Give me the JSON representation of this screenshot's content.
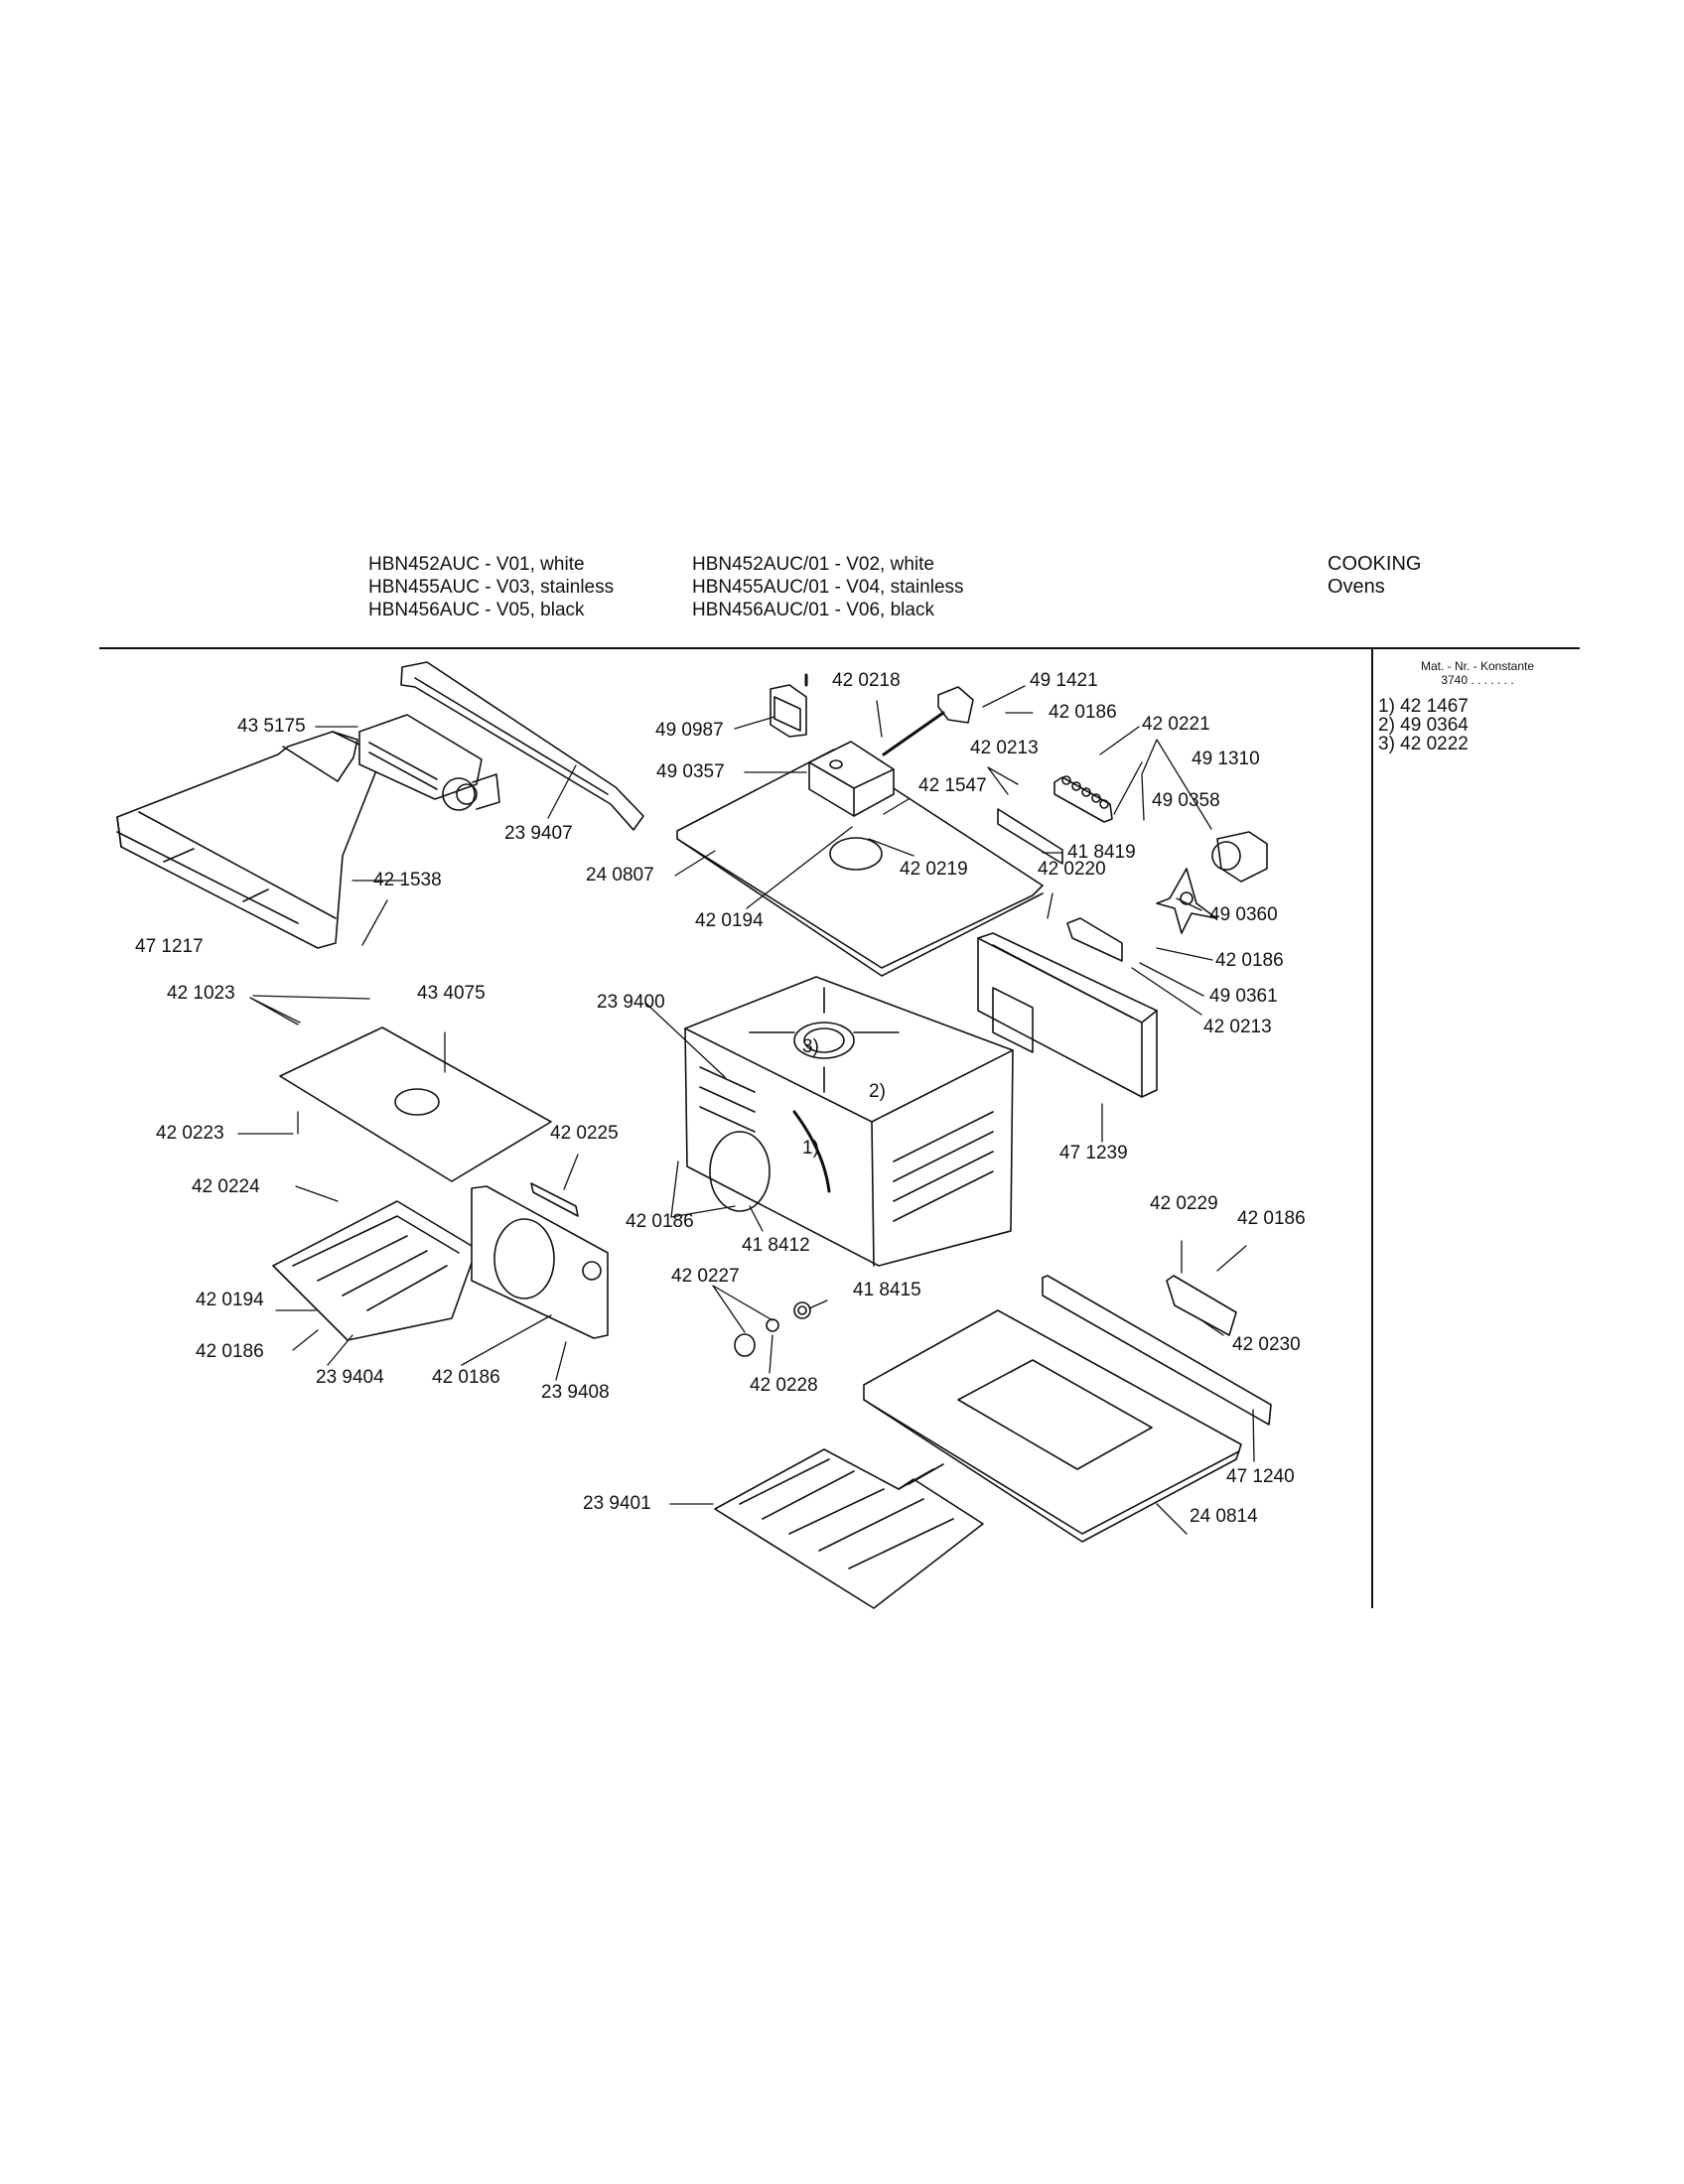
{
  "header": {
    "models_left": [
      "HBN452AUC - V01, white",
      "HBN455AUC - V03, stainless",
      "HBN456AUC - V05, black"
    ],
    "models_right": [
      "HBN452AUC/01 - V02, white",
      "HBN455AUC/01 - V04, stainless",
      "HBN456AUC/01 - V06, black"
    ],
    "category": "COOKING",
    "subcategory": "Ovens"
  },
  "side_panel": {
    "title": "Mat. - Nr. - Konstante",
    "constant": "3740 . .   . . . . .",
    "footnotes": [
      "1) 42 1467",
      "2) 49 0364",
      "3) 42 0222"
    ]
  },
  "callouts": {
    "c435175": "43 5175",
    "c239407": "23 9407",
    "c421538": "42 1538",
    "c471217": "47 1217",
    "c490987": "49 0987",
    "c490357": "49 0357",
    "c420218": "42 0218",
    "c491421": "49 1421",
    "c420186a": "42 0186",
    "c420221": "42 0221",
    "c420213a": "42 0213",
    "c491310": "49 1310",
    "c421547": "42 1547",
    "c490358": "49 0358",
    "c240807": "24 0807",
    "c418419": "41 8419",
    "c420219": "42 0219",
    "c420220": "42 0220",
    "c420194a": "42 0194",
    "c490360": "49 0360",
    "c420186b": "42 0186",
    "c490361": "49 0361",
    "c420213b": "42 0213",
    "c421023": "42 1023",
    "c434075": "43 4075",
    "c239400": "23 9400",
    "n3": "3)",
    "n2": "2)",
    "n1": "1)",
    "c420223": "42 0223",
    "c420225": "42 0225",
    "c471239": "47 1239",
    "c420224": "42 0224",
    "c420186c": "42 0186",
    "c418412": "41 8412",
    "c420229": "42 0229",
    "c420186d": "42 0186",
    "c420227": "42 0227",
    "c418415": "41 8415",
    "c420194b": "42 0194",
    "c420230": "42 0230",
    "c420186e": "42 0186",
    "c239404": "23 9404",
    "c420186f": "42 0186",
    "c239408": "23 9408",
    "c420228": "42 0228",
    "c471240": "47 1240",
    "c239401": "23 9401",
    "c240814": "24 0814"
  }
}
